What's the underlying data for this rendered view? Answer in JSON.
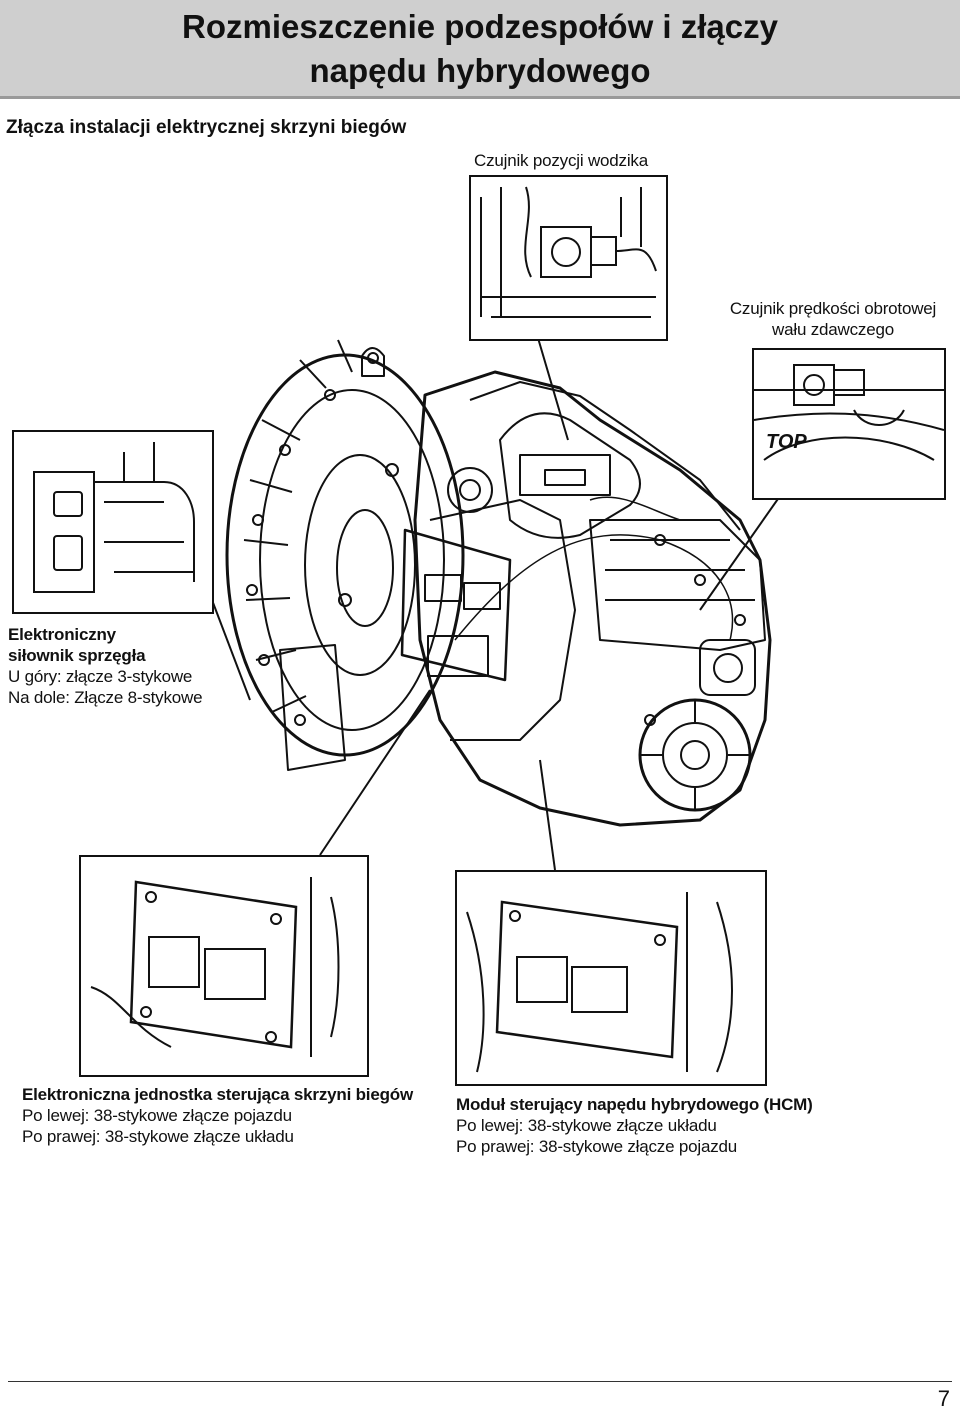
{
  "header": {
    "title_line1": "Rozmieszczenie podzespołów i złączy",
    "title_line2": "napędu hybrydowego"
  },
  "section_title": "Złącza instalacji elektrycznej skrzyni biegów",
  "callouts": {
    "shift_sensor": "Czujnik pozycji wodzika",
    "output_speed": {
      "line1": "Czujnik prędkości obrotowej",
      "line2": "wału zdawczego"
    },
    "clutch_actuator": {
      "line1": "Elektroniczny",
      "line2": "siłownik sprzęgła",
      "line3": "U góry: złącze 3-stykowe",
      "line4": "Na dole: Złącze 8-stykowe"
    },
    "tcu": {
      "line1": "Elektroniczna jednostka sterująca skrzyni biegów",
      "line2": "Po lewej: 38-stykowe złącze pojazdu",
      "line3": "Po prawej: 38-stykowe złącze układu"
    },
    "hcm": {
      "line1": "Moduł sterujący napędu hybrydowego (HCM)",
      "line2": "Po lewej: 38-stykowe złącze układu",
      "line3": "Po prawej: 38-stykowe złącze pojazdu"
    }
  },
  "sticker_text": "TOP",
  "page_number": "7"
}
